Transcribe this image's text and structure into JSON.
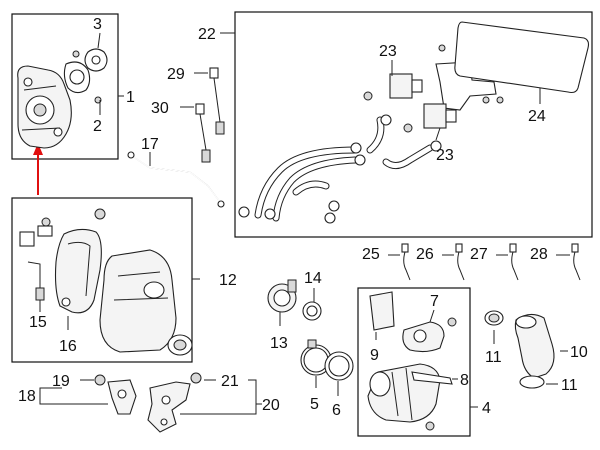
{
  "callouts": {
    "n1": "1",
    "n2": "2",
    "n3": "3",
    "n4": "4",
    "n5": "5",
    "n6": "6",
    "n7": "7",
    "n8": "8",
    "n9": "9",
    "n10": "10",
    "n11a": "11",
    "n11b": "11",
    "n12": "12",
    "n13": "13",
    "n14": "14",
    "n15": "15",
    "n16": "16",
    "n17": "17",
    "n18": "18",
    "n19": "19",
    "n20": "20",
    "n21": "21",
    "n22": "22",
    "n23a": "23",
    "n23b": "23",
    "n24": "24",
    "n25": "25",
    "n26": "26",
    "n27": "27",
    "n28": "28",
    "n29": "29",
    "n30": "30"
  },
  "colors": {
    "highlight_arrow": "#e01010",
    "line": "#222222"
  }
}
